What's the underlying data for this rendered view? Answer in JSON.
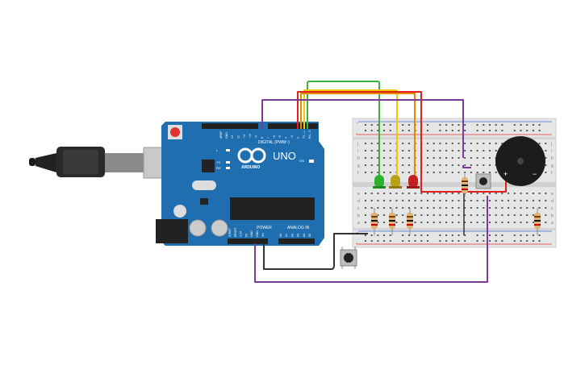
{
  "arduino": {
    "board_label": "UNO",
    "brand_label": "ARDUINO",
    "digital_label": "DIGITAL (PWM~)",
    "power_label": "POWER",
    "analog_label": "ANALOG IN",
    "aref_label": "AREF",
    "gnd_label": "GND",
    "on_label": "ON",
    "led_labels": [
      "L",
      "TX",
      "RX"
    ],
    "digital_pins": [
      "13",
      "12",
      "~11",
      "~10",
      "~9",
      "8",
      "7",
      "~6",
      "~5",
      "4",
      "~3",
      "2",
      "TX→1",
      "RX←0"
    ],
    "power_pins": [
      "IOREF",
      "RESET",
      "3.3V",
      "5V",
      "GND",
      "GND",
      "Vin"
    ],
    "analog_pins": [
      "A0",
      "A1",
      "A2",
      "A3",
      "A4",
      "A5"
    ]
  },
  "breadboard": {
    "row_letters_top": [
      "j",
      "i",
      "h",
      "g",
      "f"
    ],
    "row_letters_bottom": [
      "e",
      "d",
      "c",
      "b",
      "a"
    ],
    "plus_label": "+",
    "minus_label": "−"
  },
  "buzzer": {
    "plus_label": "+",
    "minus_label": "−"
  },
  "leds": [
    {
      "color": "#2bb32b"
    },
    {
      "color": "#b8a01a"
    },
    {
      "color": "#c42222"
    }
  ],
  "colors": {
    "board": "#1f6fb0",
    "wire_green": "#3cb43c",
    "wire_yellow": "#f0c800",
    "wire_orange": "#e88a00",
    "wire_red": "#e0201a",
    "wire_purple": "#7a3a96",
    "wire_black": "#333333"
  }
}
